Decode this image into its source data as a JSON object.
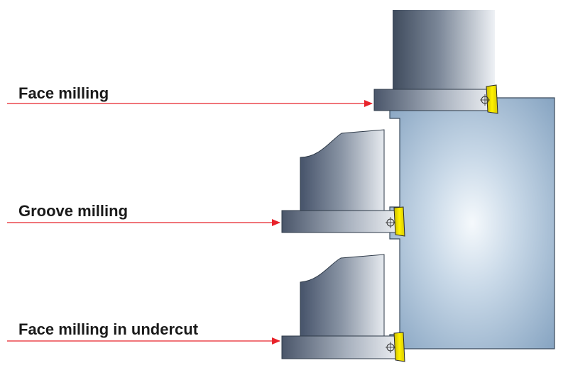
{
  "labels": {
    "face_milling": "Face milling",
    "groove_milling": "Groove milling",
    "face_milling_undercut": "Face milling in undercut"
  },
  "colors": {
    "arrow": "#e8232b",
    "insert": "#f3e600",
    "workpiece_center": "#f4f8fb",
    "workpiece_edge": "#7a9bbb",
    "tool_dark": "#3d4a5c",
    "tool_light": "#e9edf2"
  }
}
